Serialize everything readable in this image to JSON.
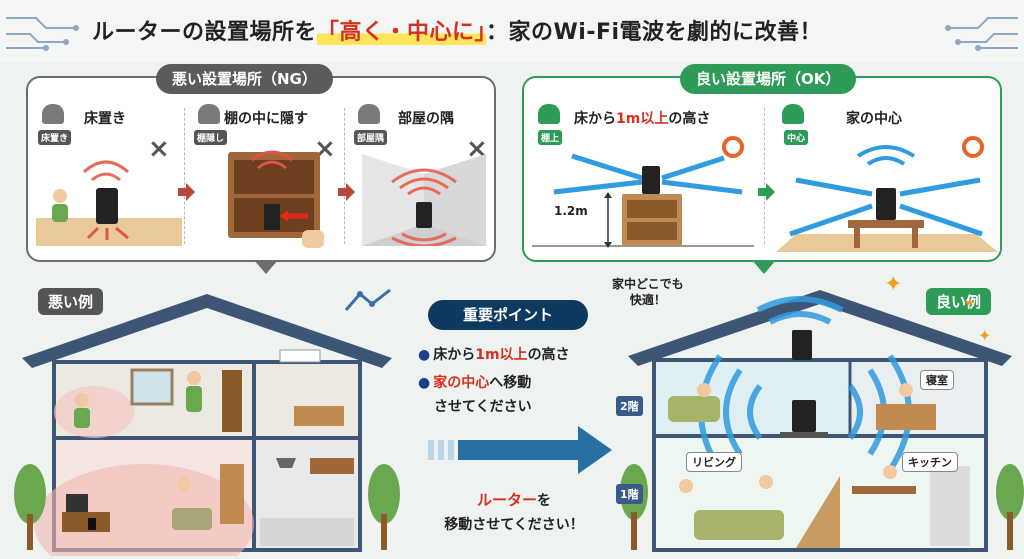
{
  "title": {
    "before": "ルーターの設置場所を",
    "highlight": "「高く・中心に」",
    "after": "：家のWi-Fi電波を劇的に改善！"
  },
  "bad_panel": {
    "header": "悪い設置場所（NG）",
    "cells": [
      {
        "title": "床置き",
        "tag": "床置き",
        "mark": "×"
      },
      {
        "title": "棚の中に隠す",
        "tag": "棚隠し",
        "mark": "×"
      },
      {
        "title": "部屋の隅",
        "tag": "部屋隅",
        "mark": "×"
      }
    ]
  },
  "good_panel": {
    "header": "良い設置場所（OK）",
    "cells": [
      {
        "title_pre": "床から",
        "title_hl": "1m以上",
        "title_post": "の高さ",
        "tag": "棚上",
        "height_label": "1.2m"
      },
      {
        "title": "家の中心",
        "tag": "中心"
      }
    ]
  },
  "bad_example": {
    "label": "悪い例"
  },
  "good_example": {
    "label": "良い例",
    "callout": [
      "家中どこでも",
      "快適！"
    ],
    "rooms": {
      "bedroom": "寝室",
      "living": "リビング",
      "kitchen": "キッチン"
    },
    "floors": {
      "second": "2階",
      "first": "1階"
    }
  },
  "key_points": {
    "header": "重要ポイント",
    "point1_pre": "床から",
    "point1_hl": "1m以上",
    "point1_post": "の高さ",
    "point2_hl": "家の中心",
    "point2_post": "へ移動",
    "point2_line2": "させてください",
    "move_hl": "ルーター",
    "move_post": "を",
    "move_line2": "移動させてください！"
  },
  "colors": {
    "ng": "#5b5b5b",
    "ok": "#2e9b58",
    "accent_red": "#d6301f",
    "point_navy": "#0f3a5f",
    "highlight_yellow": "#ffe45c",
    "wifi_blue": "#2f9be0"
  },
  "icons": [
    "router-icon",
    "wifi-waves-icon",
    "cross-mark-icon",
    "circle-mark-icon",
    "arrow-right-icon",
    "sparkle-icon",
    "tree-icon",
    "person-icon"
  ]
}
